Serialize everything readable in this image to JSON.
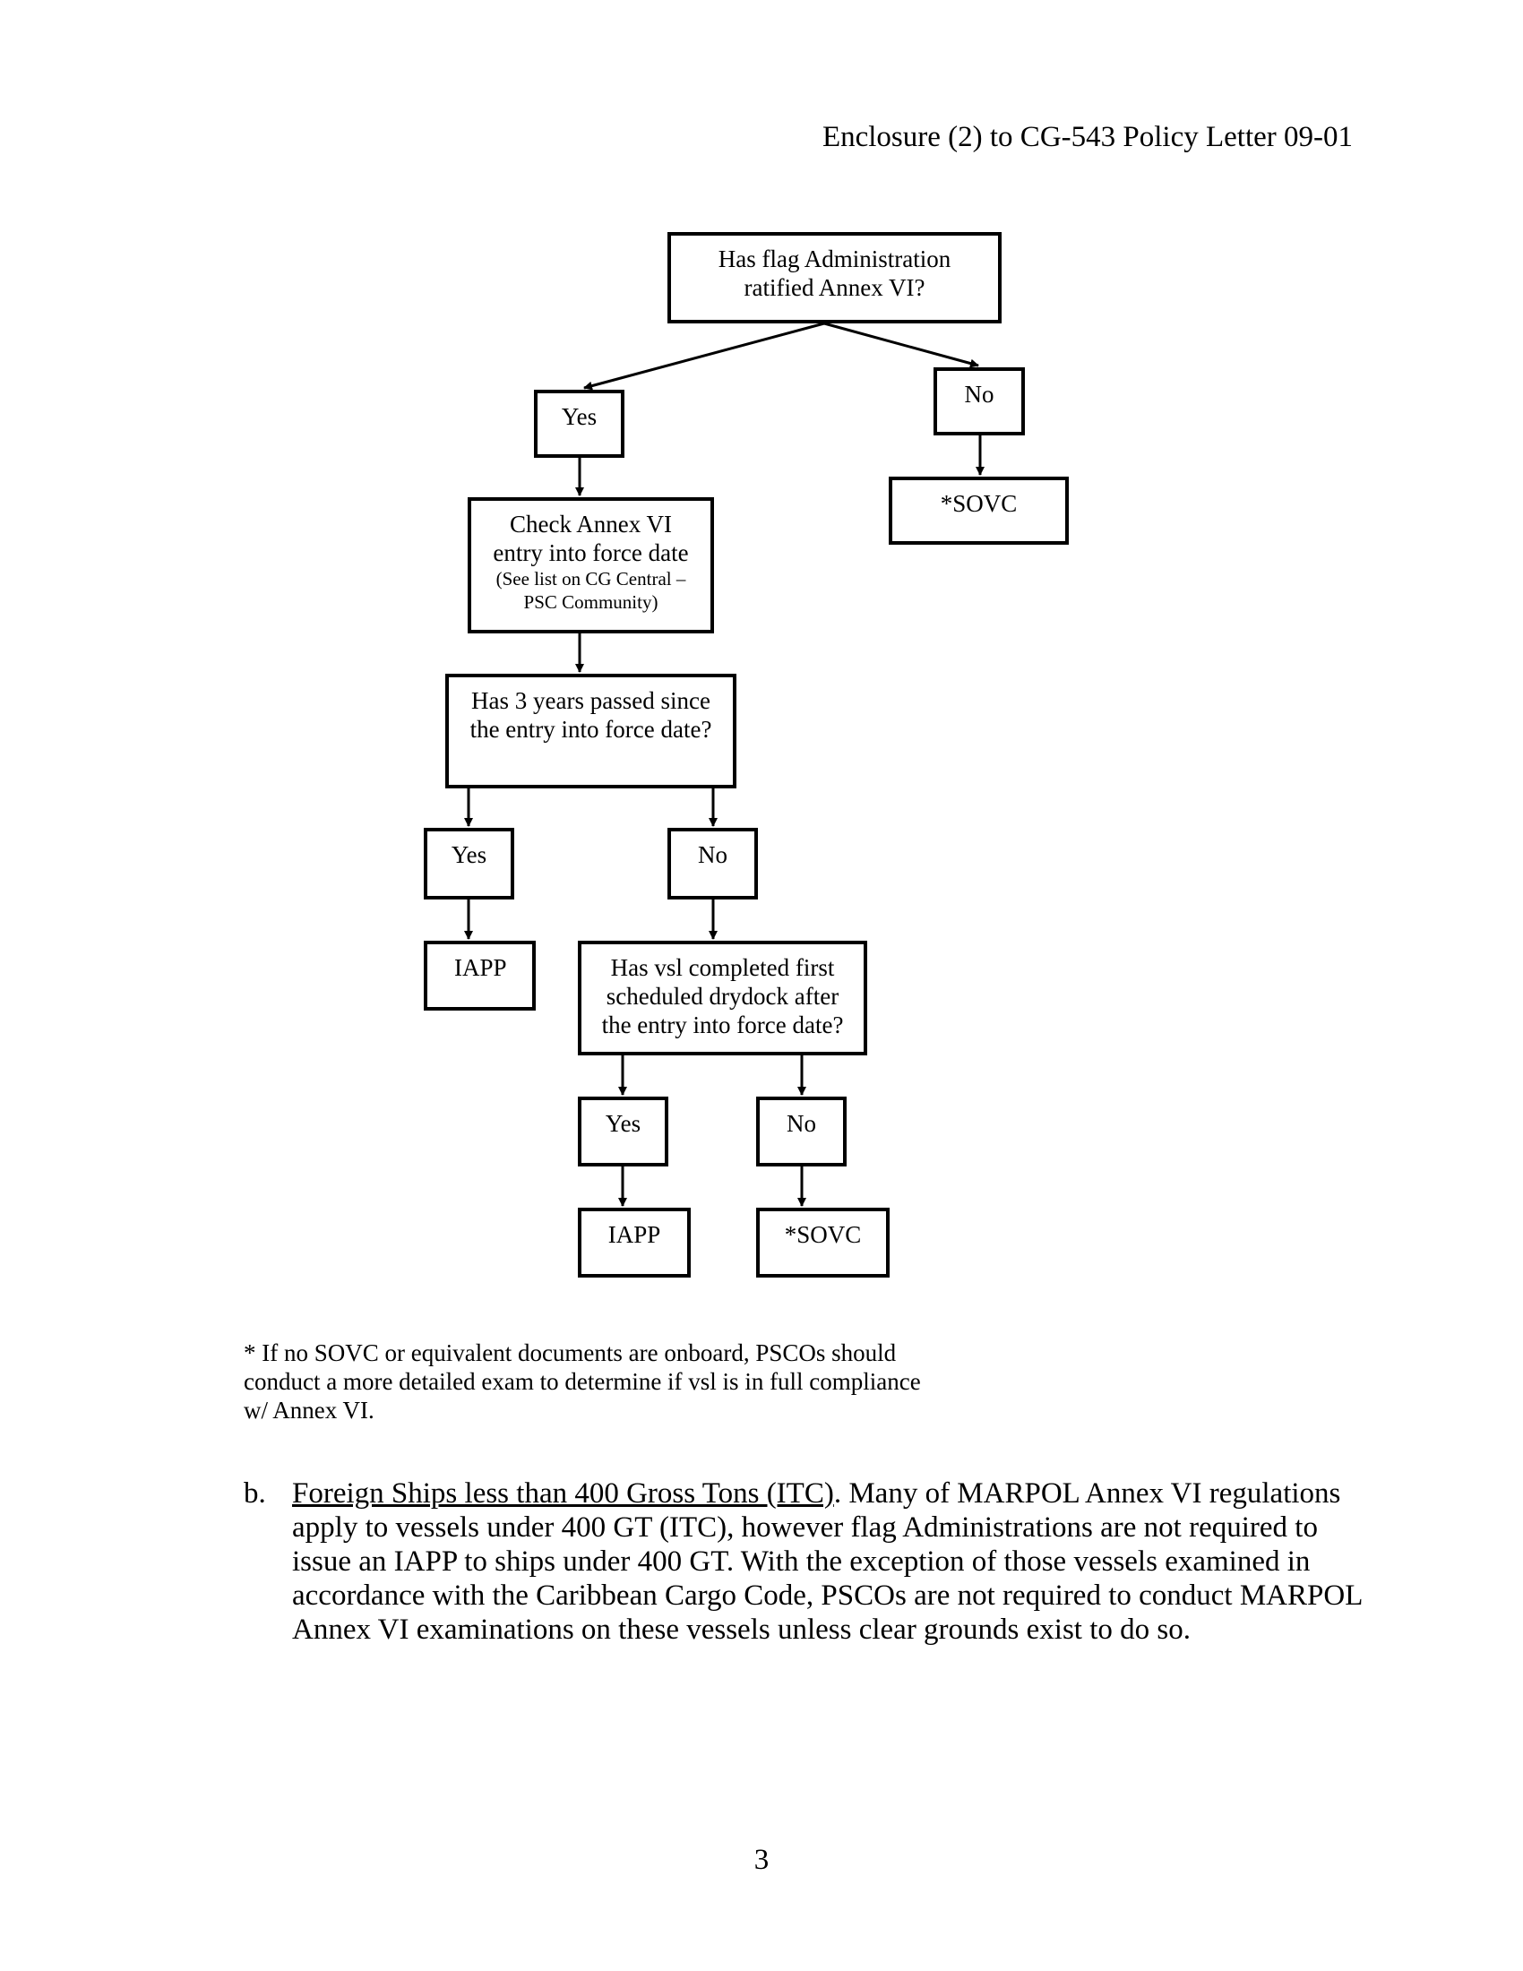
{
  "header": {
    "text": "Enclosure (2) to CG-543 Policy Letter 09-01"
  },
  "flowchart": {
    "q_flag": "Has flag Administration ratified Annex VI?",
    "yes_1": "Yes",
    "no_1": "No",
    "sovc_1": "*SOVC",
    "check_main": "Check Annex VI entry into force date",
    "check_note": "(See list on CG Central – PSC Community)",
    "q_three_years": "Has 3 years passed since the entry into force date?",
    "yes_2": "Yes",
    "no_2": "No",
    "iapp_1": "IAPP",
    "q_drydock": "Has vsl completed first scheduled drydock after the entry into force date?",
    "yes_3": "Yes",
    "no_3": "No",
    "iapp_2": "IAPP",
    "sovc_2": "*SOVC"
  },
  "footnote": "* If no SOVC or equivalent documents are onboard, PSCOs should conduct a more detailed exam to determine if vsl is in full compliance w/ Annex VI.",
  "paragraph_b": {
    "label": "b.",
    "heading": "Foreign Ships less than 400 Gross Tons (ITC)",
    "body": ".  Many of MARPOL Annex VI regulations apply to vessels under 400 GT (ITC), however flag Administrations are not required to issue an IAPP to ships under 400 GT.  With the exception of those vessels examined in accordance with the Caribbean Cargo Code, PSCOs are not required to conduct MARPOL Annex VI examinations on these vessels unless clear grounds exist to do so."
  },
  "page_number": "3"
}
